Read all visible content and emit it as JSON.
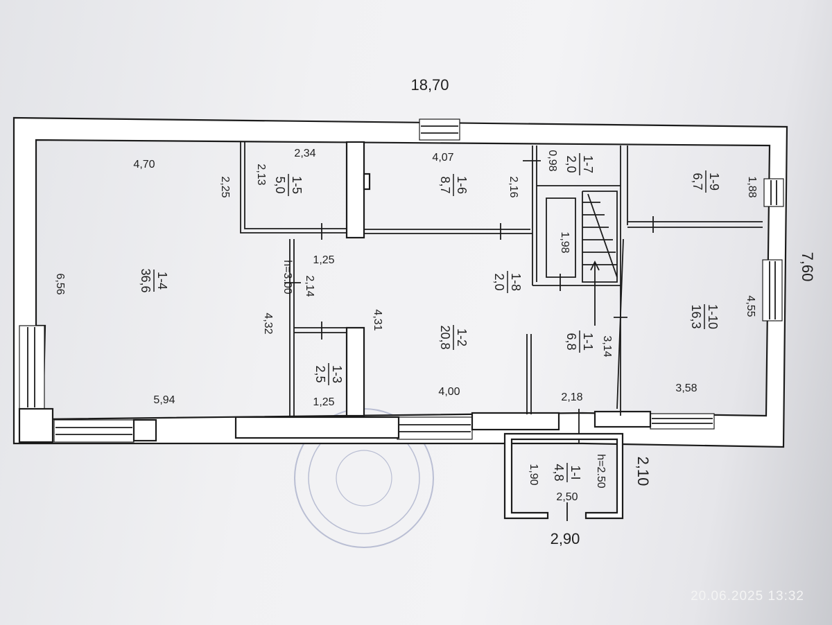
{
  "plan": {
    "overall": {
      "length": "18,70",
      "width": "7,60",
      "porch_depth": "2,10",
      "porch_width": "2,90"
    },
    "rooms": [
      {
        "id": "1-4",
        "area": "36,6"
      },
      {
        "id": "1-5",
        "area": "5,0"
      },
      {
        "id": "1-6",
        "area": "8,7"
      },
      {
        "id": "1-7",
        "area": "2,0"
      },
      {
        "id": "1-9",
        "area": "6,7"
      },
      {
        "id": "1-8",
        "area": "2,0"
      },
      {
        "id": "1-2",
        "area": "20,8"
      },
      {
        "id": "1-10",
        "area": "16,3"
      },
      {
        "id": "1-1",
        "area": "6,8"
      },
      {
        "id": "1-3",
        "area": "2,5"
      },
      {
        "id": "1-I",
        "area": "4,8"
      }
    ],
    "dimensions": {
      "d470": "4,70",
      "d656": "6,56",
      "d594": "5,94",
      "d225": "2,25",
      "d234": "2,34",
      "d213": "2,13",
      "d407": "4,07",
      "d216": "2,16",
      "d098": "0,98",
      "d188": "1,88",
      "d455": "4,55",
      "d358": "3,58",
      "d198": "1,98",
      "d314": "3,14",
      "d218": "2,18",
      "d400": "4,00",
      "d431": "4,31",
      "d432": "4,32",
      "d125a": "1,25",
      "d214": "2,14",
      "d125b": "1,25",
      "d190": "1,90",
      "d250": "2,50"
    },
    "heights": {
      "main": "h=3.00",
      "porch": "h=2.50"
    }
  },
  "timestamp": "20.06.2025  13:32"
}
